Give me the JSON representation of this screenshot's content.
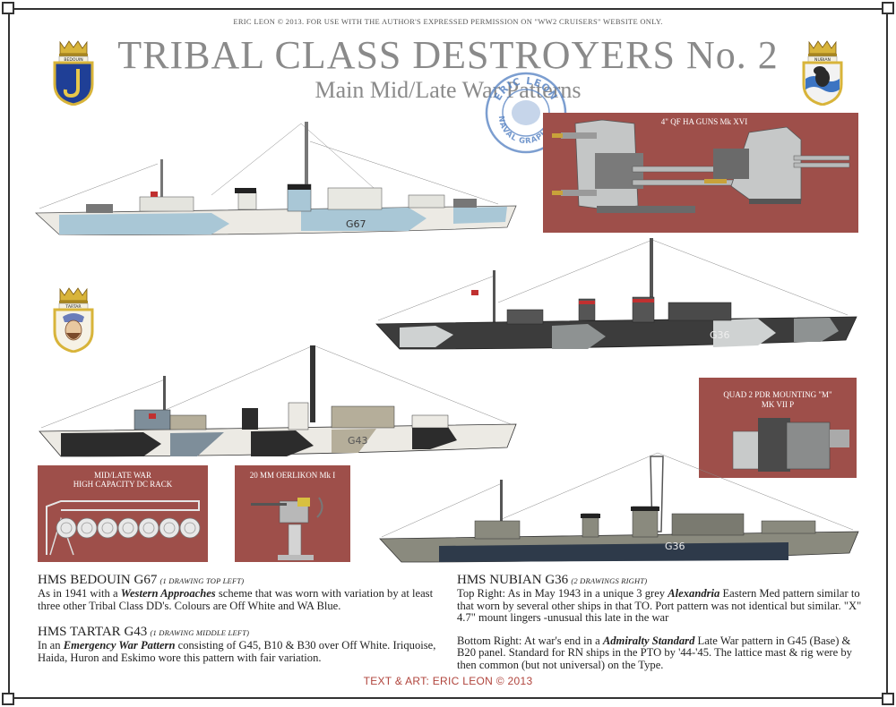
{
  "header": {
    "copyright": "ERIC LEON © 2013. FOR USE WITH THE AUTHOR'S EXPRESSED PERMISSION ON \"WW2 CRUISERS\" WEBSITE ONLY.",
    "title": "TRIBAL CLASS DESTROYERS No. 2",
    "subtitle": "Main Mid/Late War Patterns"
  },
  "badges": {
    "bedouin": "BEDOUIN",
    "nubian": "NUBIAN",
    "tartar": "TARTAR"
  },
  "stamp": {
    "line1": "ERIC LEON",
    "line2": "NAVAL GRAPHICS"
  },
  "panels": {
    "ha_guns": "4\" QF HA GUNS Mk XVI",
    "pdr": {
      "line1": "QUAD 2 PDR MOUNTING \"M\"",
      "line2": "MK VII P"
    },
    "dc_rack": {
      "line1": "MID/LATE WAR",
      "line2": "HIGH CAPACITY DC RACK"
    },
    "oerlikon": "20 MM OERLIKON Mk I"
  },
  "hulls": {
    "bedouin": "G67",
    "nubian_top": "G36",
    "tartar": "G43",
    "nubian_bottom": "G36"
  },
  "bedouin": {
    "name": "HMS BEDOUIN G67",
    "note": "(1 DRAWING TOP LEFT)",
    "t1": "As in 1941 with a ",
    "b1": "Western Approaches",
    "t2": " scheme that was worn with variation by at least three other Tribal Class DD's. Colours are Off White and WA Blue."
  },
  "tartar": {
    "name": "HMS TARTAR G43",
    "note": "(1 DRAWING MIDDLE LEFT)",
    "t1": "In an ",
    "b1": "Emergency War Pattern",
    "t2": " consisting of G45, B10 & B30 over Off White. Iriquoise, Haida, Huron and Eskimo wore this pattern with fair variation."
  },
  "nubian": {
    "name": "HMS NUBIAN G36",
    "note": "(2 DRAWINGS RIGHT)",
    "t1": "Top Right: As in May 1943 in a unique 3 grey ",
    "b1": "Alexandria",
    "t2": " Eastern Med pattern similar to that worn by several other ships in that TO. Port pattern was not identical but similar. \"X\" 4.7\" mount lingers -unusual this late in the war",
    "t3": "Bottom Right: At war's end in a ",
    "b2": "Admiralty Standard",
    "t4": " Late War pattern in G45 (Base) & B20 panel. Standard for RN ships in the PTO by '44-'45. The lattice mast & rig were by then common (but not universal) on the Type."
  },
  "credit": "TEXT & ART: ERIC LEON © 2013",
  "colors": {
    "panel": "#9e4f4a",
    "wa_blue": "#a9c7d6",
    "off_white": "#ecece6",
    "g45": "#8a8a7e",
    "b20": "#2e3a4a",
    "dark_grey": "#3a3a3a",
    "credit_red": "#b0443c"
  }
}
